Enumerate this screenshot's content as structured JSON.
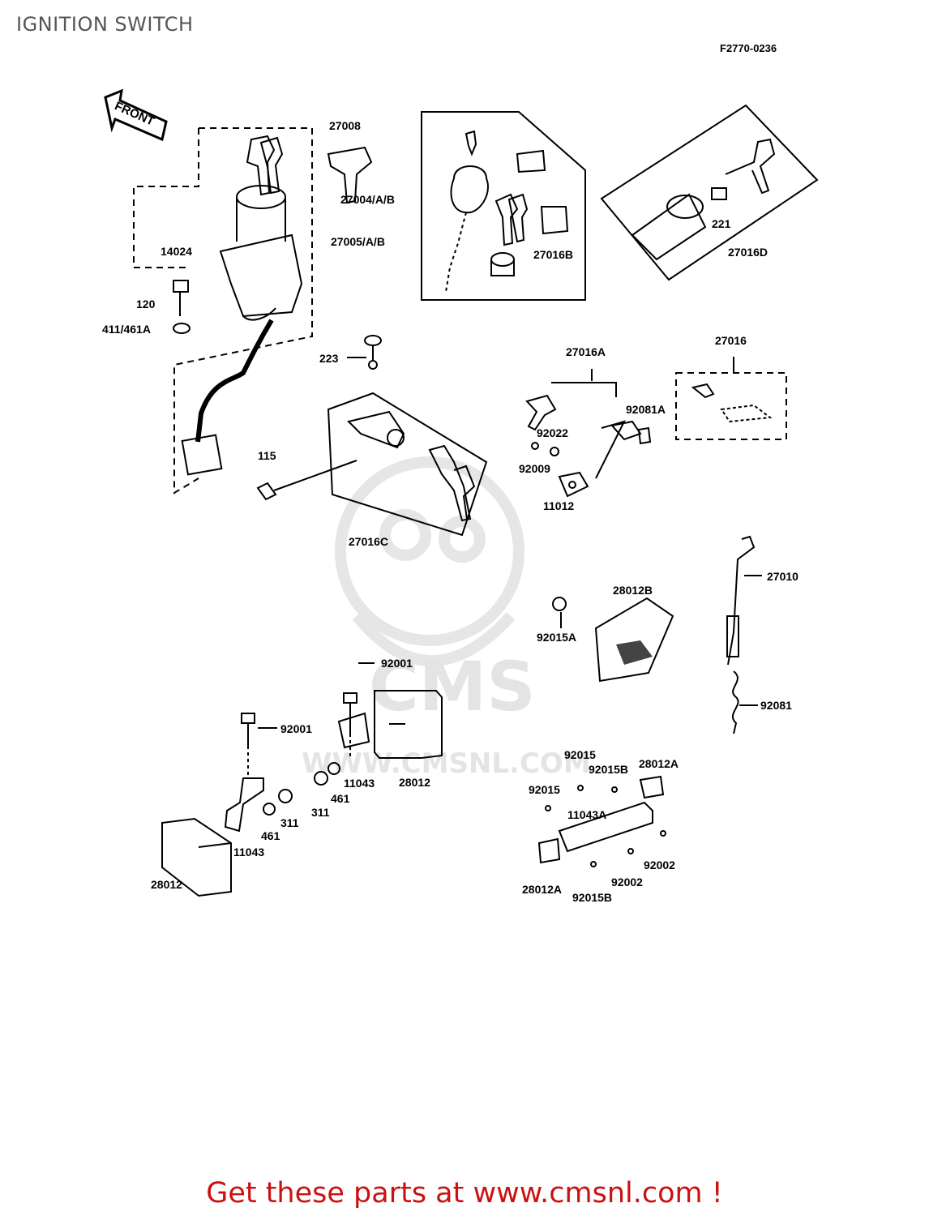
{
  "title": "IGNITION SWITCH",
  "figure_code": "F2770-0236",
  "footer": "Get these parts at www.cmsnl.com !",
  "front_arrow": "FRONT",
  "watermark": {
    "name": "CMS",
    "url": "WWW.CMSNL.COM"
  },
  "part_labels": [
    "27008",
    "27004/A/B",
    "14024",
    "27005/A/B",
    "27016B",
    "221",
    "27016D",
    "120",
    "411/461A",
    "223",
    "27016A",
    "27016",
    "92081A",
    "92022",
    "92009",
    "11012",
    "115",
    "27016C",
    "27010",
    "28012B",
    "92015A",
    "92001",
    "92001",
    "28012",
    "11043",
    "461",
    "311",
    "311",
    "461",
    "11043",
    "28012",
    "92015",
    "92015B",
    "28012A",
    "92015",
    "11043A",
    "92002",
    "92002",
    "28012A",
    "92015B",
    "92081"
  ]
}
